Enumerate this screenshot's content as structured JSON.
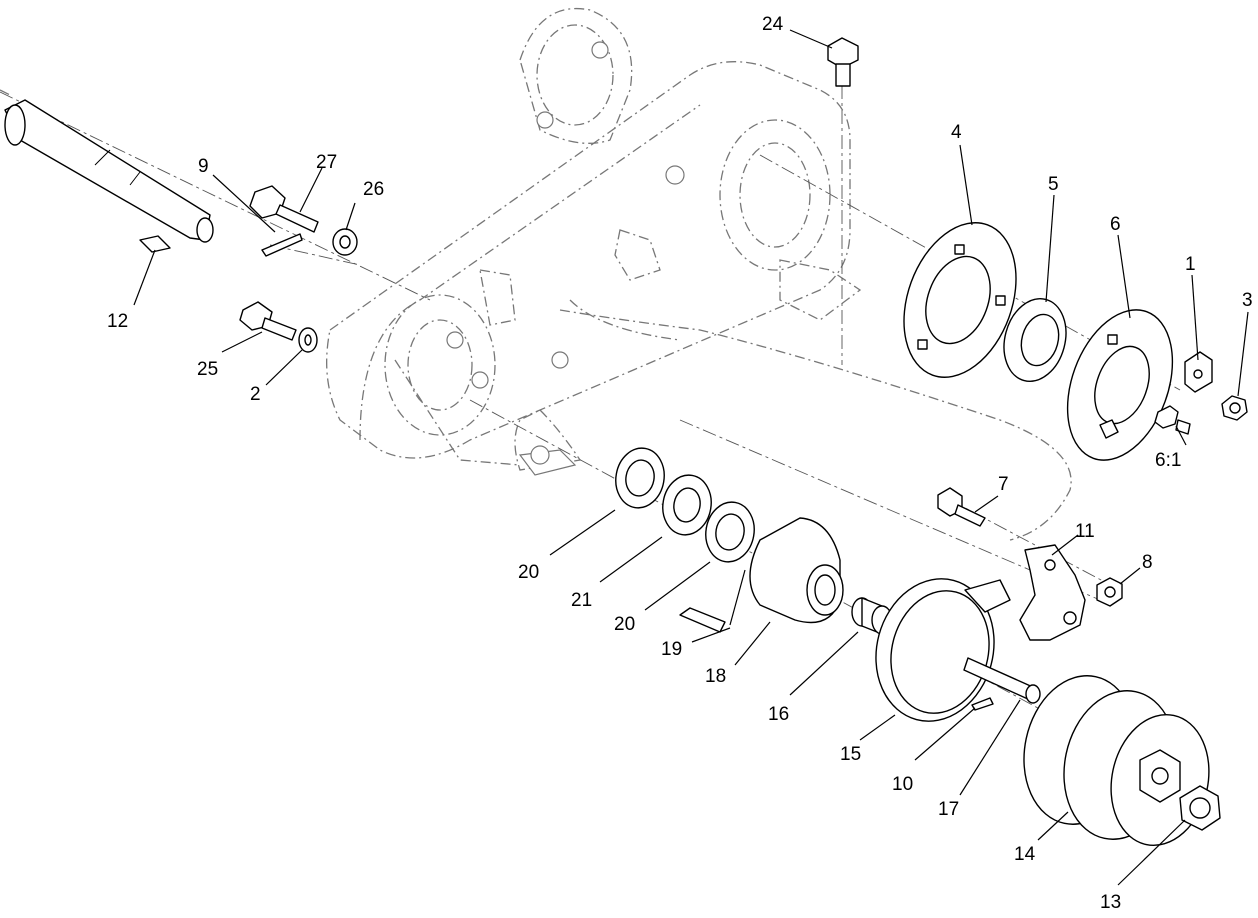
{
  "diagram": {
    "callouts": [
      {
        "id": "c1",
        "text": "1"
      },
      {
        "id": "c2",
        "text": "2"
      },
      {
        "id": "c3",
        "text": "3"
      },
      {
        "id": "c4",
        "text": "4"
      },
      {
        "id": "c5",
        "text": "5"
      },
      {
        "id": "c6",
        "text": "6"
      },
      {
        "id": "c61",
        "text": "6:1"
      },
      {
        "id": "c7",
        "text": "7"
      },
      {
        "id": "c8",
        "text": "8"
      },
      {
        "id": "c9",
        "text": "9"
      },
      {
        "id": "c10",
        "text": "10"
      },
      {
        "id": "c11",
        "text": "11"
      },
      {
        "id": "c12",
        "text": "12"
      },
      {
        "id": "c13",
        "text": "13"
      },
      {
        "id": "c14",
        "text": "14"
      },
      {
        "id": "c15",
        "text": "15"
      },
      {
        "id": "c16",
        "text": "16"
      },
      {
        "id": "c17",
        "text": "17"
      },
      {
        "id": "c18",
        "text": "18"
      },
      {
        "id": "c19",
        "text": "19"
      },
      {
        "id": "c20a",
        "text": "20"
      },
      {
        "id": "c20b",
        "text": "20"
      },
      {
        "id": "c21",
        "text": "21"
      },
      {
        "id": "c24",
        "text": "24"
      },
      {
        "id": "c25",
        "text": "25"
      },
      {
        "id": "c26",
        "text": "26"
      },
      {
        "id": "c27",
        "text": "27"
      }
    ]
  }
}
